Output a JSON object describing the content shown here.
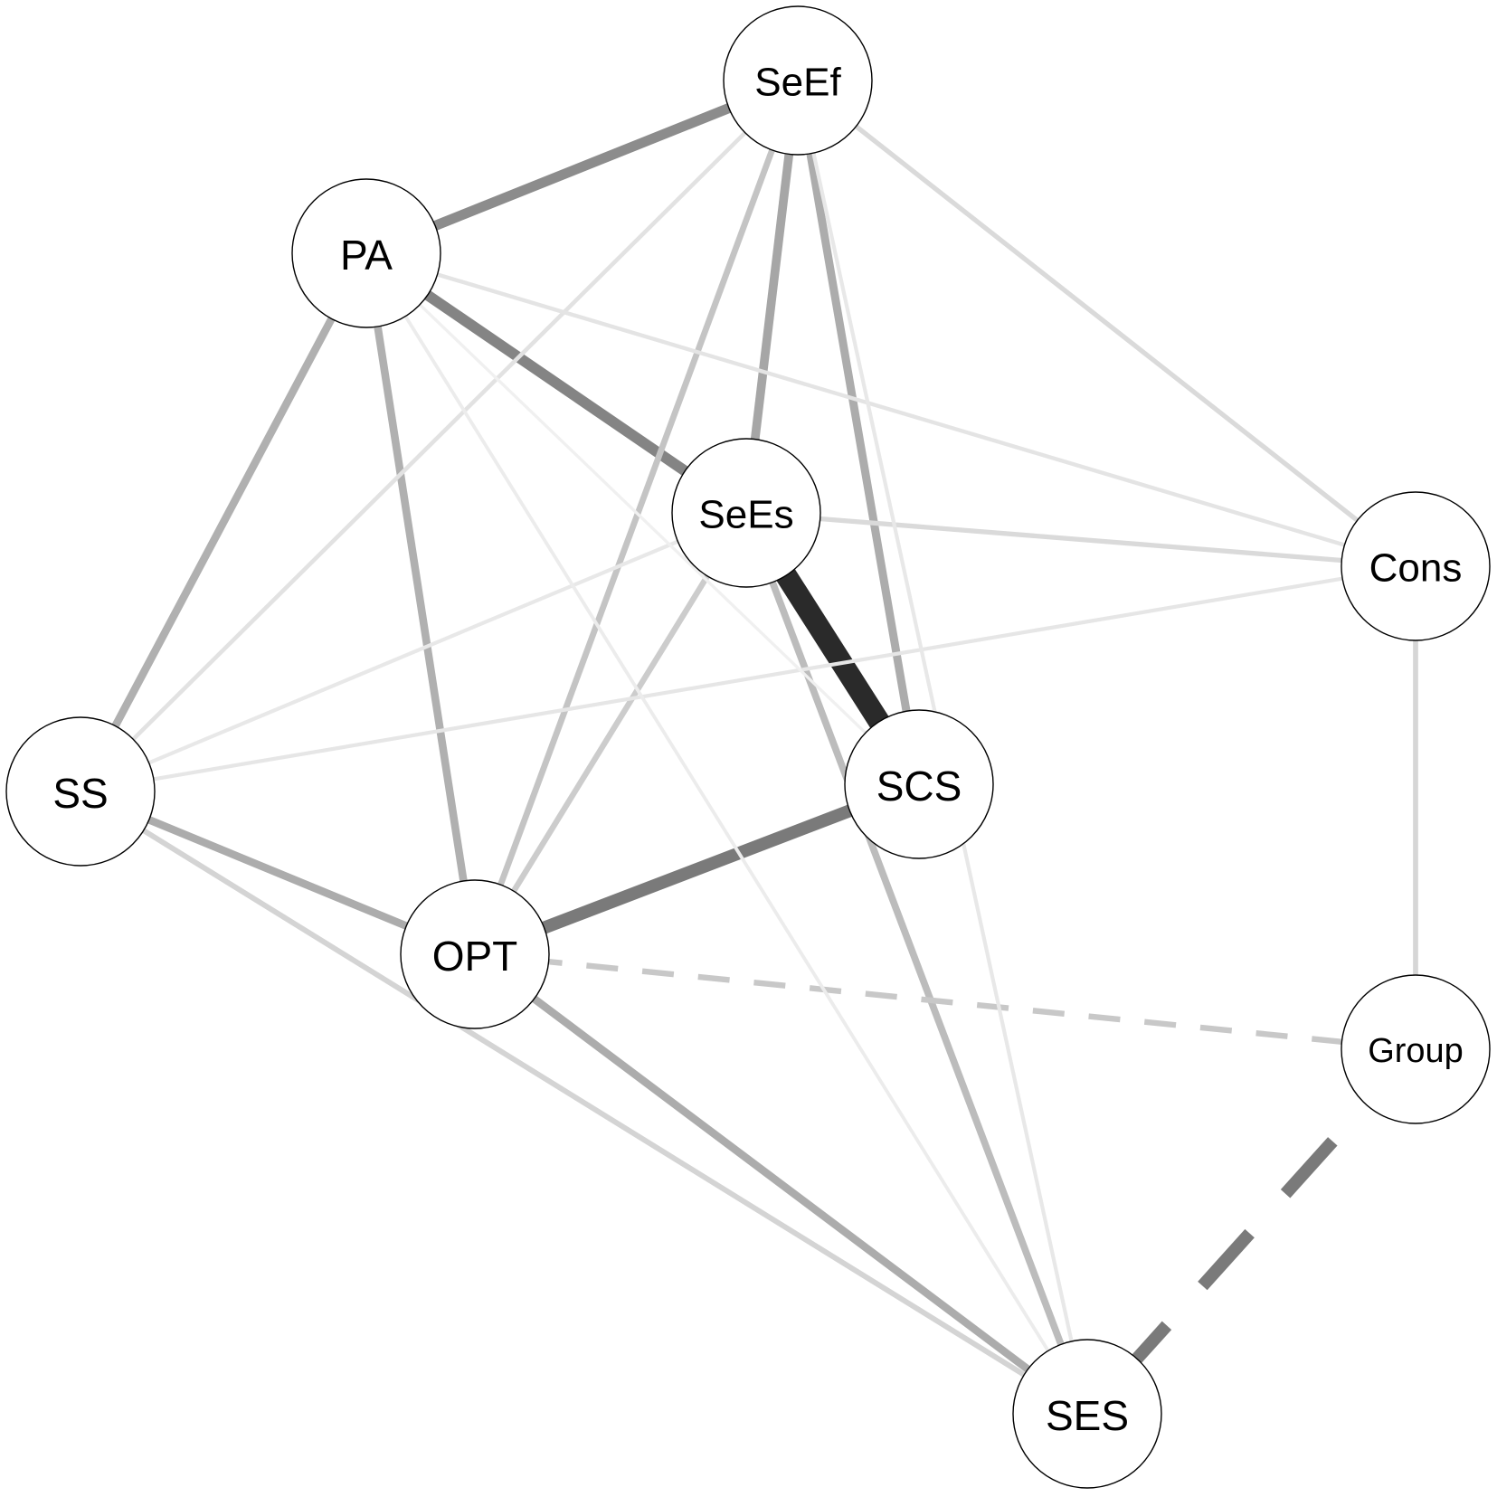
{
  "nodes": [
    {
      "id": "SeEf",
      "label": "SeEf"
    },
    {
      "id": "PA",
      "label": "PA"
    },
    {
      "id": "SeEs",
      "label": "SeEs"
    },
    {
      "id": "Cons",
      "label": "Cons"
    },
    {
      "id": "SS",
      "label": "SS"
    },
    {
      "id": "SCS",
      "label": "SCS"
    },
    {
      "id": "OPT",
      "label": "OPT"
    },
    {
      "id": "Group",
      "label": "Group"
    },
    {
      "id": "SES",
      "label": "SES"
    }
  ],
  "edges": [
    {
      "from": "SeEs",
      "to": "SCS",
      "color": "#2a2a2a",
      "weight": 1.0,
      "sign": "positive"
    },
    {
      "from": "OPT",
      "to": "SCS",
      "color": "#7a7a7a",
      "weight": 0.55,
      "sign": "positive"
    },
    {
      "from": "PA",
      "to": "SeEs",
      "color": "#848484",
      "weight": 0.45,
      "sign": "positive"
    },
    {
      "from": "PA",
      "to": "SeEf",
      "color": "#8c8c8c",
      "weight": 0.42,
      "sign": "positive"
    },
    {
      "from": "Group",
      "to": "SES",
      "color": "#7a7a7a",
      "weight": 0.55,
      "sign": "negative"
    },
    {
      "from": "SeEf",
      "to": "SeEs",
      "color": "#a6a6a6",
      "weight": 0.35,
      "sign": "positive"
    },
    {
      "from": "SeEf",
      "to": "SCS",
      "color": "#acacac",
      "weight": 0.32,
      "sign": "positive"
    },
    {
      "from": "PA",
      "to": "SS",
      "color": "#b0b0b0",
      "weight": 0.3,
      "sign": "positive"
    },
    {
      "from": "PA",
      "to": "OPT",
      "color": "#b0b0b0",
      "weight": 0.3,
      "sign": "positive"
    },
    {
      "from": "SS",
      "to": "OPT",
      "color": "#acacac",
      "weight": 0.3,
      "sign": "positive"
    },
    {
      "from": "OPT",
      "to": "SES",
      "color": "#acacac",
      "weight": 0.3,
      "sign": "positive"
    },
    {
      "from": "SeEs",
      "to": "SES",
      "color": "#bcbcbc",
      "weight": 0.26,
      "sign": "positive"
    },
    {
      "from": "SeEf",
      "to": "OPT",
      "color": "#c4c4c4",
      "weight": 0.22,
      "sign": "positive"
    },
    {
      "from": "SeEs",
      "to": "OPT",
      "color": "#cccccc",
      "weight": 0.2,
      "sign": "positive"
    },
    {
      "from": "OPT",
      "to": "Group",
      "color": "#c8c8c8",
      "weight": 0.2,
      "sign": "negative"
    },
    {
      "from": "SS",
      "to": "SES",
      "color": "#d4d4d4",
      "weight": 0.18,
      "sign": "positive"
    },
    {
      "from": "Cons",
      "to": "Group",
      "color": "#d6d6d6",
      "weight": 0.17,
      "sign": "positive"
    },
    {
      "from": "SeEf",
      "to": "Cons",
      "color": "#dadada",
      "weight": 0.15,
      "sign": "positive"
    },
    {
      "from": "SeEs",
      "to": "Cons",
      "color": "#dadada",
      "weight": 0.15,
      "sign": "positive"
    },
    {
      "from": "SeEf",
      "to": "SS",
      "color": "#e2e2e2",
      "weight": 0.12,
      "sign": "positive"
    },
    {
      "from": "PA",
      "to": "Cons",
      "color": "#e4e4e4",
      "weight": 0.11,
      "sign": "positive"
    },
    {
      "from": "SS",
      "to": "Cons",
      "color": "#e6e6e6",
      "weight": 0.1,
      "sign": "positive"
    },
    {
      "from": "SS",
      "to": "SeEs",
      "color": "#e8e8e8",
      "weight": 0.1,
      "sign": "positive"
    },
    {
      "from": "SeEf",
      "to": "SES",
      "color": "#e8e8e8",
      "weight": 0.1,
      "sign": "positive"
    },
    {
      "from": "PA",
      "to": "SES",
      "color": "#ececec",
      "weight": 0.08,
      "sign": "positive"
    },
    {
      "from": "PA",
      "to": "SCS",
      "color": "#f0f0f0",
      "weight": 0.06,
      "sign": "positive"
    }
  ]
}
